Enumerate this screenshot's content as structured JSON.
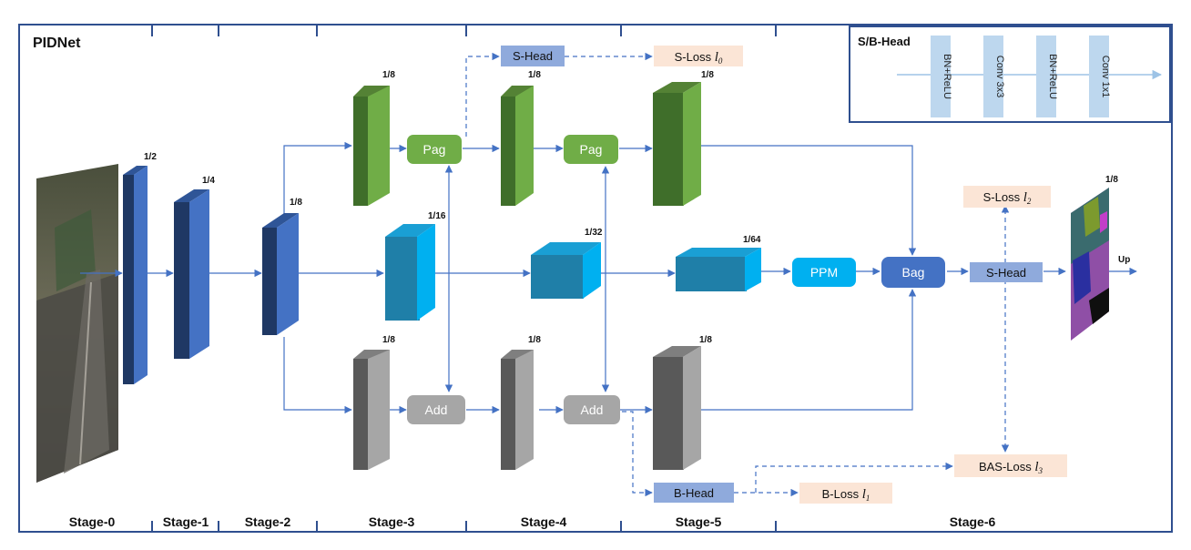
{
  "title": "PIDNet",
  "stages": [
    "Stage-0",
    "Stage-1",
    "Stage-2",
    "Stage-3",
    "Stage-4",
    "Stage-5",
    "Stage-6"
  ],
  "scales": {
    "s0": "1/2",
    "s1": "1/4",
    "s2": "1/8",
    "p3": "1/8",
    "p4": "1/8",
    "p5": "1/8",
    "i3": "1/16",
    "i4": "1/32",
    "i5": "1/64",
    "d3": "1/8",
    "d4": "1/8",
    "d5": "1/8",
    "out": "1/8"
  },
  "modules": {
    "pag1": "Pag",
    "pag2": "Pag",
    "add1": "Add",
    "add2": "Add",
    "ppm": "PPM",
    "bag": "Bag",
    "s_head_top": "S-Head",
    "s_head_main": "S-Head",
    "b_head": "B-Head"
  },
  "losses": {
    "s_loss_0": {
      "text": "S-Loss ",
      "var": "l",
      "sub": "0"
    },
    "s_loss_2": {
      "text": "S-Loss ",
      "var": "l",
      "sub": "2"
    },
    "b_loss_1": {
      "text": "B-Loss ",
      "var": "l",
      "sub": "1"
    },
    "bas_loss_3": {
      "text": "BAS-Loss ",
      "var": "l",
      "sub": "3"
    }
  },
  "up_label": "Up",
  "legend": {
    "title": "S/B-Head",
    "blocks": [
      "BN+ReLU",
      "Conv 3x3",
      "BN+ReLU",
      "Conv 1x1"
    ]
  },
  "colors": {
    "frame": "#2f4f8f",
    "arrow": "#4472c4",
    "blue_dark": "#1f3864",
    "blue_mid": "#2f5597",
    "blue_front": "#4472c4",
    "green_front": "#70ad47",
    "green_dark": "#3f6e2a",
    "cyan_front": "#00b0f0",
    "cyan_dark": "#1f7fa8",
    "gray_front": "#a6a6a6",
    "gray_dark": "#595959",
    "module_green": "#70ad47",
    "module_gray": "#a6a6a6",
    "module_cyan": "#00b0f0",
    "module_bag": "#4472c4",
    "head_fill": "#8faadc",
    "loss_fill": "#fbe5d6",
    "legend_block": "#bdd7ee"
  }
}
